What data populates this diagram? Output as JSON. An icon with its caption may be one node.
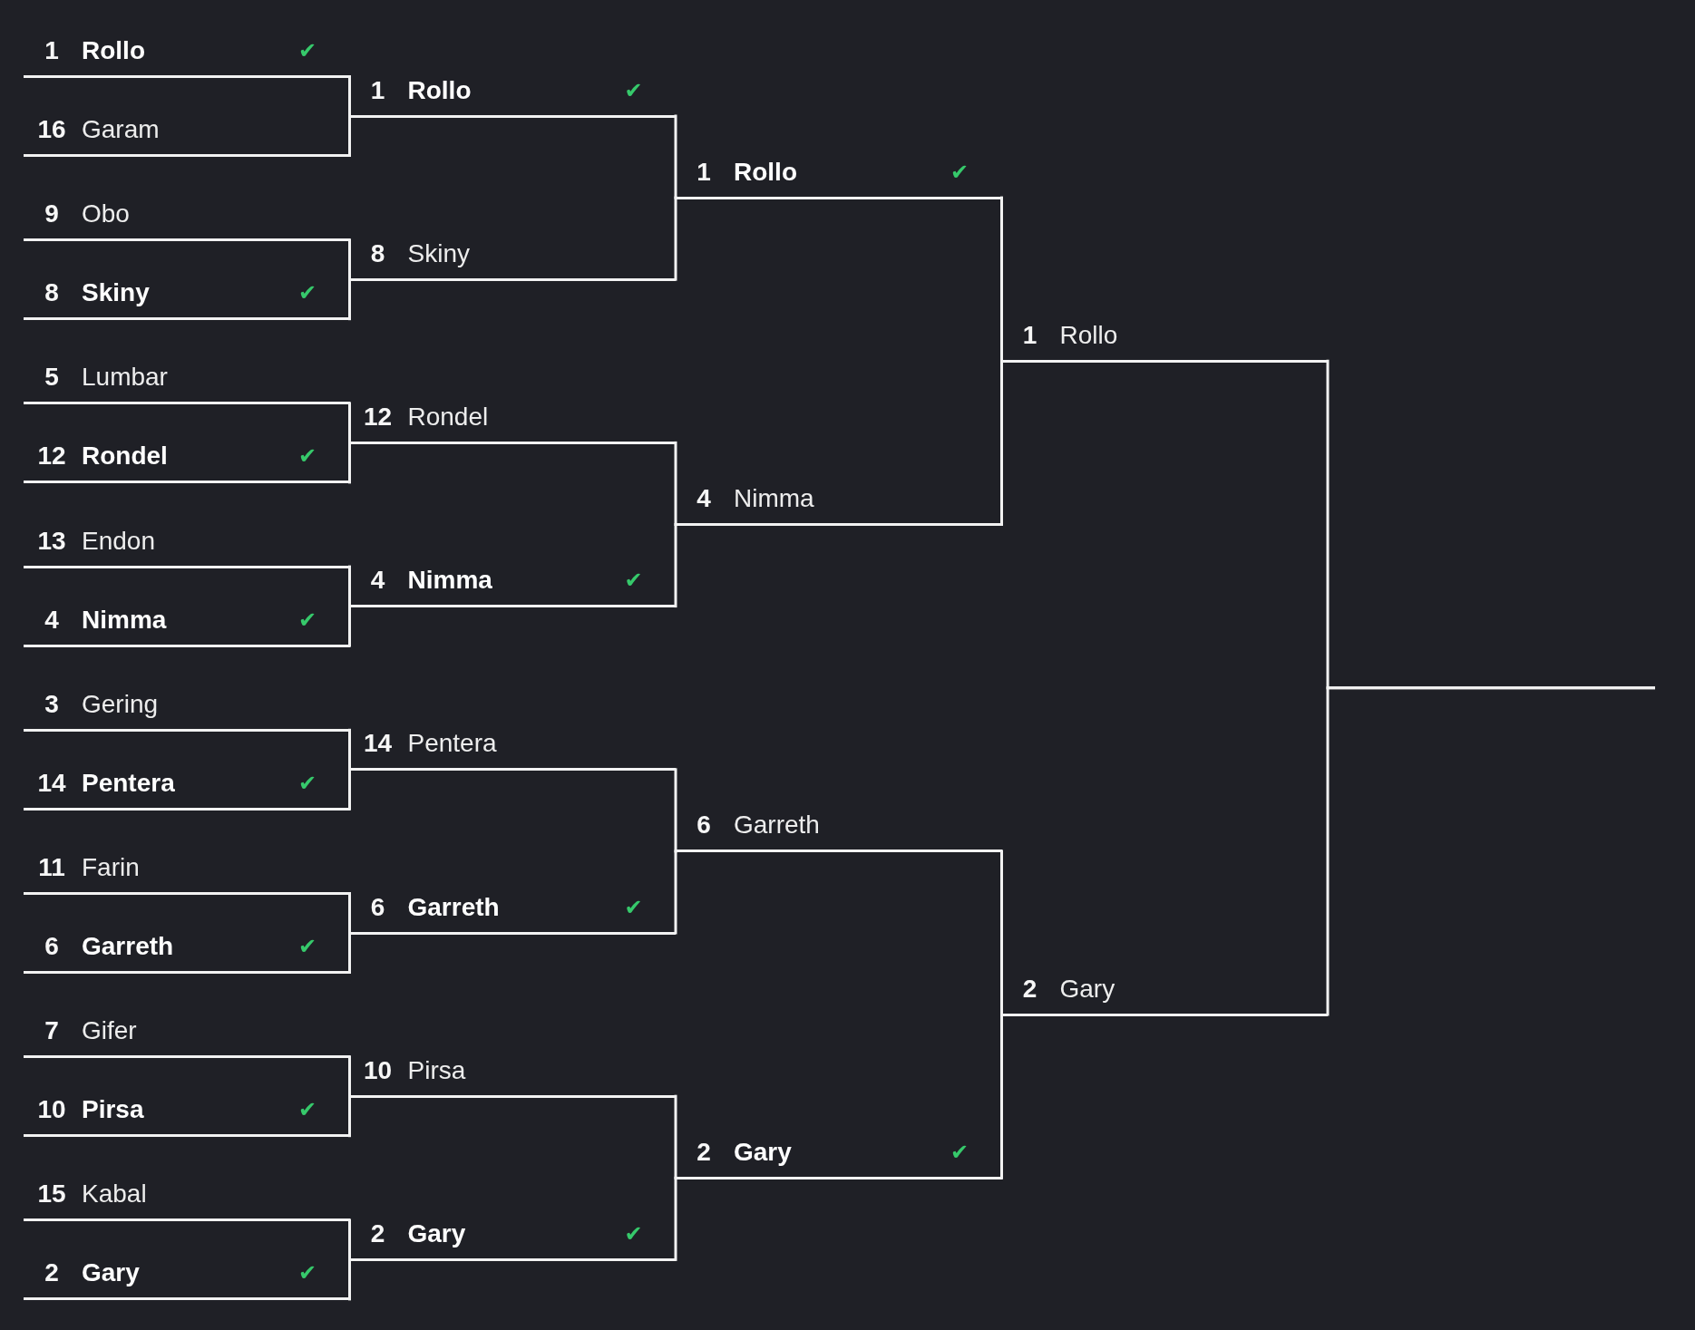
{
  "diagram": {
    "nodes": [
      {
        "text": [
          "1",
          "Rollo",
          "✔"
        ]
      },
      {
        "text": [
          "16",
          "Garam"
        ]
      },
      {
        "text": [
          "9",
          "Obo"
        ]
      },
      {
        "text": [
          "8",
          "Skiny",
          "✔"
        ]
      },
      {
        "text": [
          "5",
          "Lumbar"
        ]
      },
      {
        "text": [
          "12",
          "Rondel",
          "✔"
        ]
      },
      {
        "text": [
          "13",
          "Endon"
        ]
      },
      {
        "text": [
          "4",
          "Nimma",
          "✔"
        ]
      },
      {
        "text": [
          "3",
          "Gering"
        ]
      },
      {
        "text": [
          "14",
          "Pentera",
          "✔"
        ]
      },
      {
        "text": [
          "11",
          "Farin"
        ]
      },
      {
        "text": [
          "6",
          "Garreth",
          "✔"
        ]
      },
      {
        "text": [
          "7",
          "Gifer"
        ]
      },
      {
        "text": [
          "10",
          "Pirsa",
          "✔"
        ]
      },
      {
        "text": [
          "15",
          "Kabal"
        ]
      },
      {
        "text": [
          "2",
          "Gary",
          "✔"
        ]
      },
      {
        "text": [
          "1",
          "Rollo",
          "✔"
        ]
      },
      {
        "text": [
          "8",
          "Skiny"
        ]
      },
      {
        "text": [
          "12",
          "Rondel"
        ]
      },
      {
        "text": [
          "4",
          "Nimma",
          "✔"
        ]
      },
      {
        "text": [
          "14",
          "Pentera"
        ]
      },
      {
        "text": [
          "6",
          "Garreth",
          "✔"
        ]
      },
      {
        "text": [
          "10",
          "Pirsa"
        ]
      },
      {
        "text": [
          "2",
          "Gary",
          "✔"
        ]
      },
      {
        "text": [
          "1",
          "Rollo",
          "✔"
        ]
      },
      {
        "text": [
          "4",
          "Nimma"
        ]
      },
      {
        "text": [
          "6",
          "Garreth"
        ]
      },
      {
        "text": [
          "2",
          "Gary",
          "✔"
        ]
      },
      {
        "text": [
          "1",
          "Rollo"
        ]
      },
      {
        "text": [
          "2",
          "Gary"
        ]
      }
    ],
    "edges": [
      {
        "from": 0,
        "to": 16,
        "arrow": "none"
      },
      {
        "from": 1,
        "to": 16,
        "arrow": "none"
      },
      {
        "from": 2,
        "to": 17,
        "arrow": "none"
      },
      {
        "from": 3,
        "to": 17,
        "arrow": "none"
      },
      {
        "from": 4,
        "to": 18,
        "arrow": "none"
      },
      {
        "from": 5,
        "to": 18,
        "arrow": "none"
      },
      {
        "from": 6,
        "to": 19,
        "arrow": "none"
      },
      {
        "from": 7,
        "to": 19,
        "arrow": "none"
      },
      {
        "from": 8,
        "to": 20,
        "arrow": "none"
      },
      {
        "from": 9,
        "to": 20,
        "arrow": "none"
      },
      {
        "from": 10,
        "to": 21,
        "arrow": "none"
      },
      {
        "from": 11,
        "to": 21,
        "arrow": "none"
      },
      {
        "from": 12,
        "to": 22,
        "arrow": "none"
      },
      {
        "from": 13,
        "to": 22,
        "arrow": "none"
      },
      {
        "from": 14,
        "to": 23,
        "arrow": "none"
      },
      {
        "from": 15,
        "to": 23,
        "arrow": "none"
      },
      {
        "from": 16,
        "to": 24,
        "arrow": "none"
      },
      {
        "from": 17,
        "to": 24,
        "arrow": "none"
      },
      {
        "from": 18,
        "to": 25,
        "arrow": "none"
      },
      {
        "from": 19,
        "to": 25,
        "arrow": "none"
      },
      {
        "from": 20,
        "to": 26,
        "arrow": "none"
      },
      {
        "from": 21,
        "to": 26,
        "arrow": "none"
      },
      {
        "from": 22,
        "to": 27,
        "arrow": "none"
      },
      {
        "from": 23,
        "to": 27,
        "arrow": "none"
      },
      {
        "from": 24,
        "to": 28,
        "arrow": "none"
      },
      {
        "from": 25,
        "to": 28,
        "arrow": "none"
      },
      {
        "from": 26,
        "to": 29,
        "arrow": "none"
      },
      {
        "from": 27,
        "to": 29,
        "arrow": "none"
      },
      {
        "from": 28,
        "to": null,
        "arrow": "none"
      },
      {
        "from": 29,
        "to": null,
        "arrow": "none"
      }
    ]
  }
}
